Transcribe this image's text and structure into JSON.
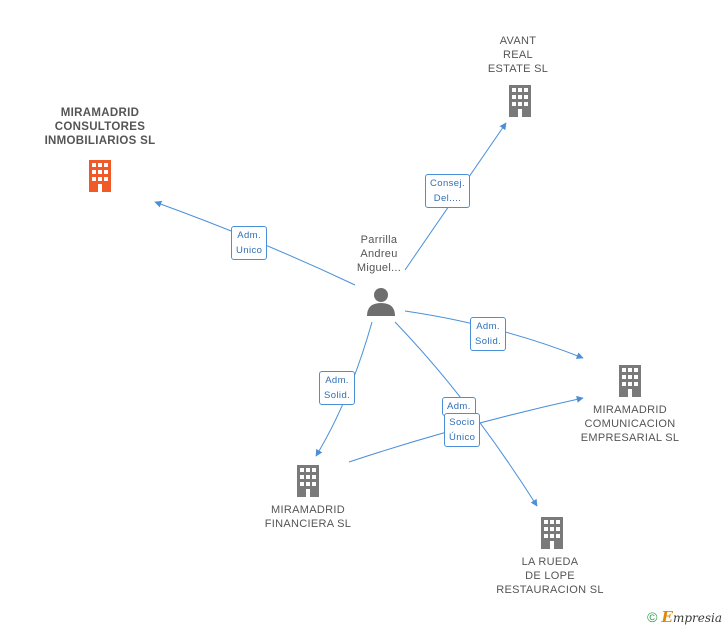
{
  "colors": {
    "edge": "#4a90d9",
    "company": "#7a7a7a",
    "company_highlight": "#f05a28",
    "person": "#6e6e6e"
  },
  "nodes": {
    "person": {
      "lines": [
        "Parrilla",
        "Andreu",
        "Miguel..."
      ],
      "icon": "person-icon"
    },
    "consultores": {
      "lines": [
        "MIRAMADRID",
        "CONSULTORES",
        "INMOBILIARIOS SL"
      ],
      "icon": "building-icon"
    },
    "avant": {
      "lines": [
        "AVANT",
        "REAL",
        "ESTATE SL"
      ],
      "icon": "building-icon"
    },
    "comunicacion": {
      "lines": [
        "MIRAMADRID",
        "COMUNICACION",
        "EMPRESARIAL SL"
      ],
      "icon": "building-icon"
    },
    "financiera": {
      "lines": [
        "MIRAMADRID",
        "FINANCIERA SL"
      ],
      "icon": "building-icon"
    },
    "larueda": {
      "lines": [
        "LA RUEDA",
        "DE LOPE",
        "RESTAURACION SL"
      ],
      "icon": "building-icon"
    }
  },
  "edges": {
    "adm_unico": [
      "Adm.",
      "Unico"
    ],
    "consej_del": [
      "Consej.",
      "Del...."
    ],
    "adm_solid_comunicacion": [
      "Adm.",
      "Solid."
    ],
    "adm_solid_financiera": [
      "Adm.",
      "Solid."
    ],
    "adm_larueda": [
      "Adm."
    ],
    "socio_unico": [
      "Socio",
      "Único"
    ]
  },
  "footer": {
    "copyright": "©",
    "brand_initial": "E",
    "brand_rest": "mpresia"
  }
}
